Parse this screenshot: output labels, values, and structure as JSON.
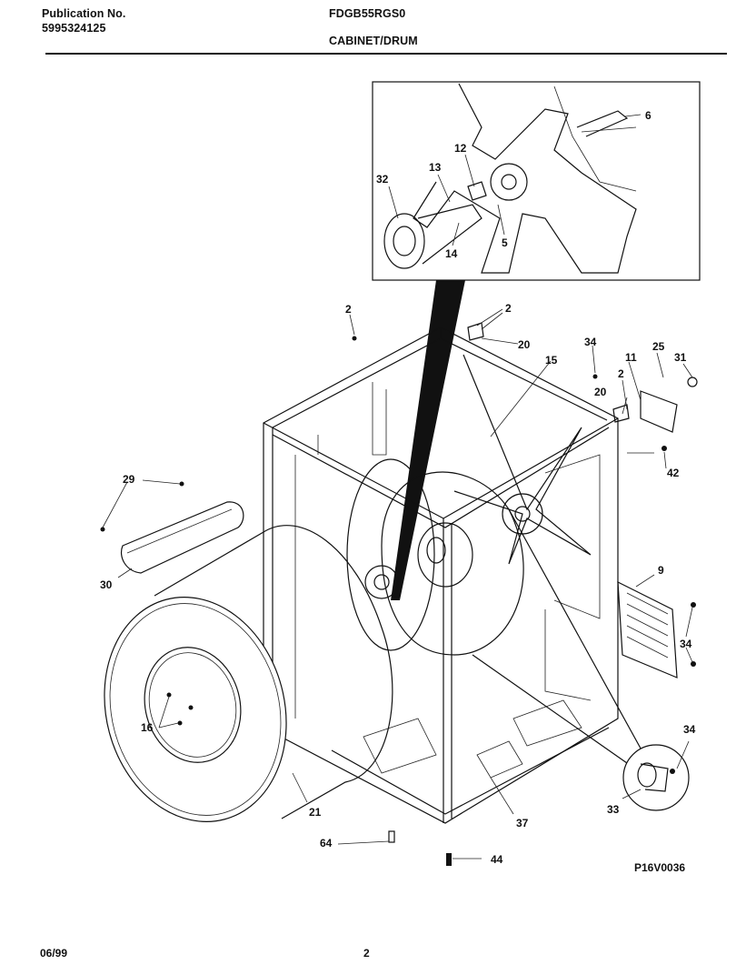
{
  "header": {
    "publication_label": "Publication No.",
    "publication_number": "5995324125",
    "model": "FDGB55RGS0",
    "section": "CABINET/DRUM"
  },
  "callouts": [
    {
      "id": "c2a",
      "label": "2"
    },
    {
      "id": "c2b",
      "label": "2"
    },
    {
      "id": "c2c",
      "label": "2"
    },
    {
      "id": "c5",
      "label": "5"
    },
    {
      "id": "c6",
      "label": "6"
    },
    {
      "id": "c9",
      "label": "9"
    },
    {
      "id": "c11",
      "label": "11"
    },
    {
      "id": "c12",
      "label": "12"
    },
    {
      "id": "c13",
      "label": "13"
    },
    {
      "id": "c14",
      "label": "14"
    },
    {
      "id": "c15",
      "label": "15"
    },
    {
      "id": "c16",
      "label": "16"
    },
    {
      "id": "c20a",
      "label": "20"
    },
    {
      "id": "c20b",
      "label": "20"
    },
    {
      "id": "c21",
      "label": "21"
    },
    {
      "id": "c25",
      "label": "25"
    },
    {
      "id": "c29",
      "label": "29"
    },
    {
      "id": "c30",
      "label": "30"
    },
    {
      "id": "c31",
      "label": "31"
    },
    {
      "id": "c32",
      "label": "32"
    },
    {
      "id": "c33",
      "label": "33"
    },
    {
      "id": "c34a",
      "label": "34"
    },
    {
      "id": "c34b",
      "label": "34"
    },
    {
      "id": "c34c",
      "label": "34"
    },
    {
      "id": "c37",
      "label": "37"
    },
    {
      "id": "c42",
      "label": "42"
    },
    {
      "id": "c44",
      "label": "44"
    },
    {
      "id": "c64",
      "label": "64"
    }
  ],
  "diagram_code": "P16V0036",
  "footer": {
    "date": "06/99",
    "page_number": "2"
  }
}
